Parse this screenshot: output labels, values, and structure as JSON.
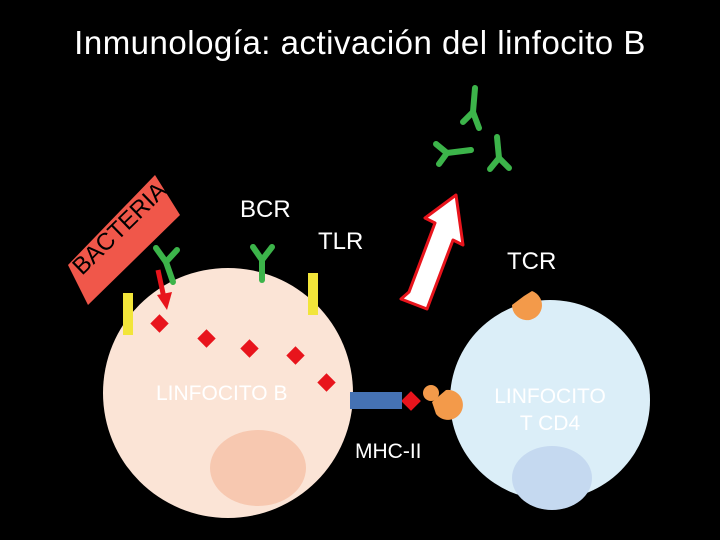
{
  "title": "Inmunología: activación del linfocito B",
  "labels": {
    "bacteria": "BACTERIA",
    "bcr": "BCR",
    "tlr": "TLR",
    "tcr": "TCR",
    "b_cell": "LINFOCITO B",
    "mhc": "MHC-II",
    "t_cell_line1": "LINFOCITO",
    "t_cell_line2": "T CD4"
  },
  "colors": {
    "background": "#000000",
    "bacteria_fill": "#f0574a",
    "b_cell_fill": "#fbe4d6",
    "b_cell_nucleus": "#f7c8b0",
    "t_cell_fill": "#dbeef8",
    "t_cell_nucleus": "#c5d9f0",
    "antigen": "#e8141c",
    "receptor_green": "#3cb44a",
    "tlr_yellow": "#f2e53a",
    "mhc_blue": "#4572b4",
    "tcr_orange": "#f39a4a"
  }
}
